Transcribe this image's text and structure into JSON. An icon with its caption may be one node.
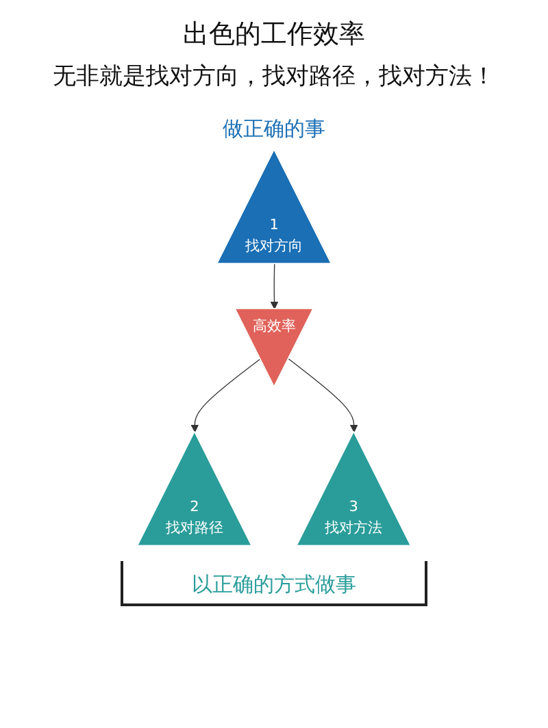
{
  "diagram": {
    "title": "出色的工作效率",
    "nodes": [
      {
        "text": [
          "1",
          "找对方向"
        ]
      },
      {
        "text": [
          "高效率"
        ]
      },
      {
        "text": [
          "2",
          "找对路径"
        ]
      },
      {
        "text": [
          "3",
          "找对方法"
        ]
      }
    ],
    "edges": [
      {
        "from": 0,
        "to": 1,
        "arrow": "to"
      },
      {
        "from": 1,
        "to": 2,
        "arrow": "to"
      },
      {
        "from": 1,
        "to": 3,
        "arrow": "to"
      }
    ],
    "labels": [
      "无非就是找对方向，找对路径，找对方法！",
      "做正确的事",
      "以正确的方式做事"
    ]
  }
}
